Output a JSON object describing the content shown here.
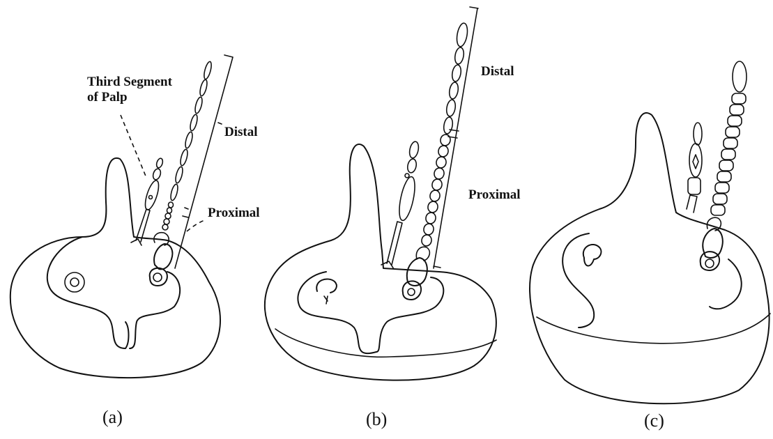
{
  "labels": {
    "third_segment_line1": "Third Segment",
    "third_segment_line2": "of Palp",
    "distal_a": "Distal",
    "proximal_a": "Proximal",
    "distal_b": "Distal",
    "proximal_b": "Proximal"
  },
  "captions": {
    "a": "(a)",
    "b": "(b)",
    "c": "(c)"
  }
}
